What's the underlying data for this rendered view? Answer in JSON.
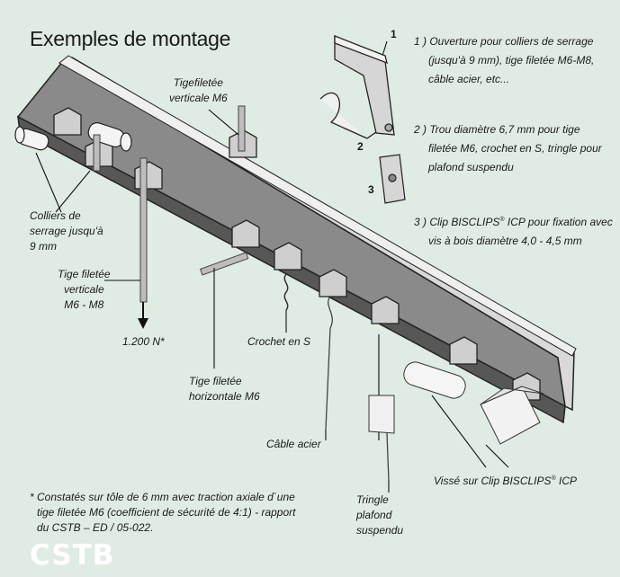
{
  "title": "Exemples de montage",
  "labels": {
    "colliers": [
      "Colliers de",
      "serrage jusqu'à",
      "9 mm"
    ],
    "tige_vert_m6": [
      "Tigefiletée",
      "verticale M6"
    ],
    "tige_vert_m6_m8": [
      "Tige filetée",
      "verticale",
      "M6 - M8"
    ],
    "force": "1.200 N*",
    "tige_horiz": [
      "Tige filetée",
      "horizontale M6"
    ],
    "crochet": "Crochet en S",
    "cable": "Câble acier",
    "tringle": [
      "Tringle",
      "plafond",
      "suspendu"
    ],
    "visse": "Vissé sur Clip BISCLIPS",
    "visse_suffix": " ICP"
  },
  "callouts": {
    "n1": "1",
    "n2": "2",
    "n3": "3"
  },
  "notes": {
    "note1": [
      "1 ) Ouverture pour colliers de serrage",
      "(jusqu'à 9 mm), tige filetée M6-M8,",
      "câble acier, etc..."
    ],
    "note2": [
      "2 ) Trou diamètre 6,7 mm pour tige",
      "filetée M6, crochet en S, tringle pour",
      "plafond suspendu"
    ],
    "note3_a": "3 ) Clip BISCLIPS",
    "note3_b": " ICP pour fixation avec",
    "note3_c": "vis à bois diamètre 4,0 - 4,5 mm"
  },
  "footnote": [
    "* Constatés sur tôle de 6 mm avec traction axiale d`une",
    "tige filetée M6 (coefficient de sécurité de 4:1) - rapport",
    "du CSTB – ED / 05-022."
  ],
  "logo": "CSTB",
  "colors": {
    "background": "#dfece3",
    "rail_top": "#8c8c8c",
    "rail_face": "#5a5a5a",
    "flange": "#dcdcdc"
  }
}
